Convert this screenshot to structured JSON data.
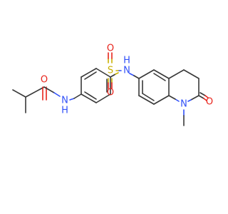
{
  "molecule": {
    "atoms": {
      "amide_oxygen": "O",
      "amide_nh": "N",
      "amide_h": "H",
      "sulfur": "S",
      "sulfonyl_oxygen_top": "O",
      "sulfonyl_oxygen_bottom": "O",
      "sulfonamide_nh": "N",
      "sulfonamide_h": "H",
      "ring_nitrogen": "N",
      "lactam_oxygen": "O"
    },
    "colors": {
      "carbon_bond": "#383838",
      "oxygen": "#e8231b",
      "nitrogen": "#3050f8",
      "sulfur": "#c9b000"
    }
  }
}
